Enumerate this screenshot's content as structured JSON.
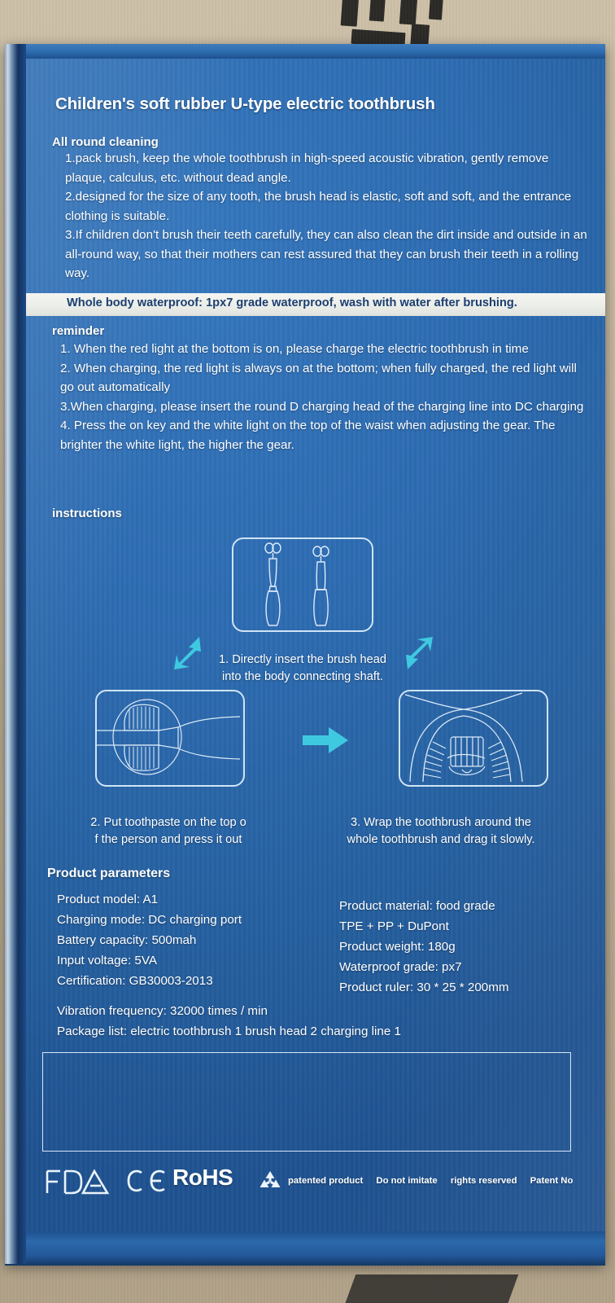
{
  "product": {
    "title": "Children's soft rubber U-type electric toothbrush"
  },
  "all_round_cleaning": {
    "heading": "All round cleaning",
    "items": [
      "1.pack brush, keep the whole toothbrush in high-speed acoustic vibration, gently remove plaque, calculus, etc. without dead angle.",
      "2.designed for the size of any tooth, the brush head is elastic, soft and soft, and the entrance clothing is suitable.",
      "3.If children don't brush their teeth carefully, they can also clean the dirt inside and outside in an all-round way, so that their mothers can rest assured that they can brush their teeth in a rolling way."
    ]
  },
  "waterproof_banner": "Whole body waterproof: 1px7 grade waterproof, wash with water after brushing.",
  "reminder": {
    "heading": "reminder",
    "items": [
      "1. When the red light at the bottom is on, please charge the electric toothbrush in time",
      "2. When charging, the red light is always on at the bottom; when fully charged, the red light will go out automatically",
      "3.When charging, please insert the round D charging head of the charging line into DC charging",
      "4. Press the on key and the white light on the top of the waist when adjusting the gear. The brighter the white light, the higher the gear."
    ]
  },
  "instructions": {
    "heading": "instructions",
    "steps": [
      {
        "caption_line1": "1. Directly insert the brush head",
        "caption_line2": "into the body connecting shaft."
      },
      {
        "caption_line1": "2. Put toothpaste on the top o",
        "caption_line2": "f the person and press it out"
      },
      {
        "caption_line1": "3. Wrap the toothbrush around the",
        "caption_line2": "whole toothbrush and drag it slowly."
      }
    ]
  },
  "product_parameters": {
    "heading": "Product parameters",
    "left_column": [
      "Product model: A1",
      "Charging mode: DC charging port",
      "Battery capacity: 500mah",
      "Input voltage: 5VA",
      "Certification: GB30003-2013"
    ],
    "right_column": [
      "Product material: food grade",
      "TPE + PP + DuPont",
      "Product weight: 180g",
      "Waterproof grade: px7",
      "Product ruler: 30 * 25 * 200mm"
    ],
    "wide_rows": [
      "Vibration frequency: 32000 times / min",
      "Package list: electric toothbrush 1 brush head 2 charging line 1"
    ]
  },
  "certifications": {
    "fda_label": "FDA",
    "ce_label": "CE",
    "rohs_label": "RoHS",
    "recycle_icon": "recycle-icon",
    "notices": [
      "patented product",
      "Do not imitate",
      "rights reserved",
      "Patent No"
    ]
  },
  "colors": {
    "box_blue": "#2d6cb2",
    "deep_blue": "#1f5290",
    "line_white": "#d6e7f7",
    "arrow_cyan": "#39c6dd",
    "banner_text": "#1c3f70"
  }
}
